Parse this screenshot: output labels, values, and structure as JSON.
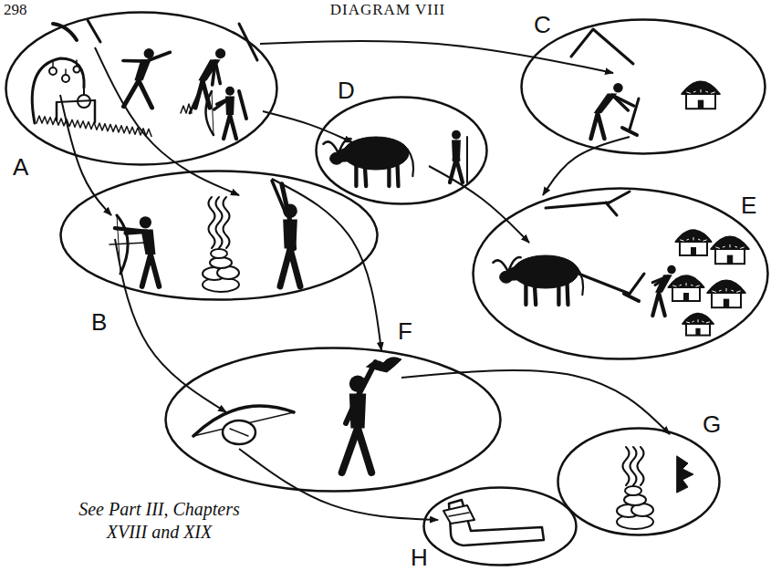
{
  "diagram": {
    "title": "DIAGRAM VIII",
    "caption": "See Part III, Chapters XVIII and XIX",
    "nodes": [
      {
        "text": [
          "A"
        ]
      },
      {
        "text": [
          "B"
        ]
      },
      {
        "text": [
          "C"
        ]
      },
      {
        "text": [
          "D"
        ]
      },
      {
        "text": [
          "E"
        ]
      },
      {
        "text": [
          "F"
        ]
      },
      {
        "text": [
          "G"
        ]
      },
      {
        "text": [
          "H"
        ]
      }
    ],
    "edges": [
      {
        "from": 0,
        "to": 2,
        "arrow": "to"
      },
      {
        "from": 0,
        "to": 3,
        "arrow": "to"
      },
      {
        "from": 0,
        "to": 1,
        "arrow": "to"
      },
      {
        "from": 0,
        "to": 1,
        "arrow": "to"
      },
      {
        "from": 2,
        "to": 4,
        "arrow": "to"
      },
      {
        "from": 3,
        "to": 4,
        "arrow": "to"
      },
      {
        "from": 1,
        "to": 5,
        "arrow": "to"
      },
      {
        "from": 1,
        "to": 5,
        "arrow": "to"
      },
      {
        "from": 5,
        "to": 6,
        "arrow": "to"
      },
      {
        "from": 5,
        "to": 7,
        "arrow": "to"
      }
    ],
    "labels": [
      "298"
    ]
  }
}
